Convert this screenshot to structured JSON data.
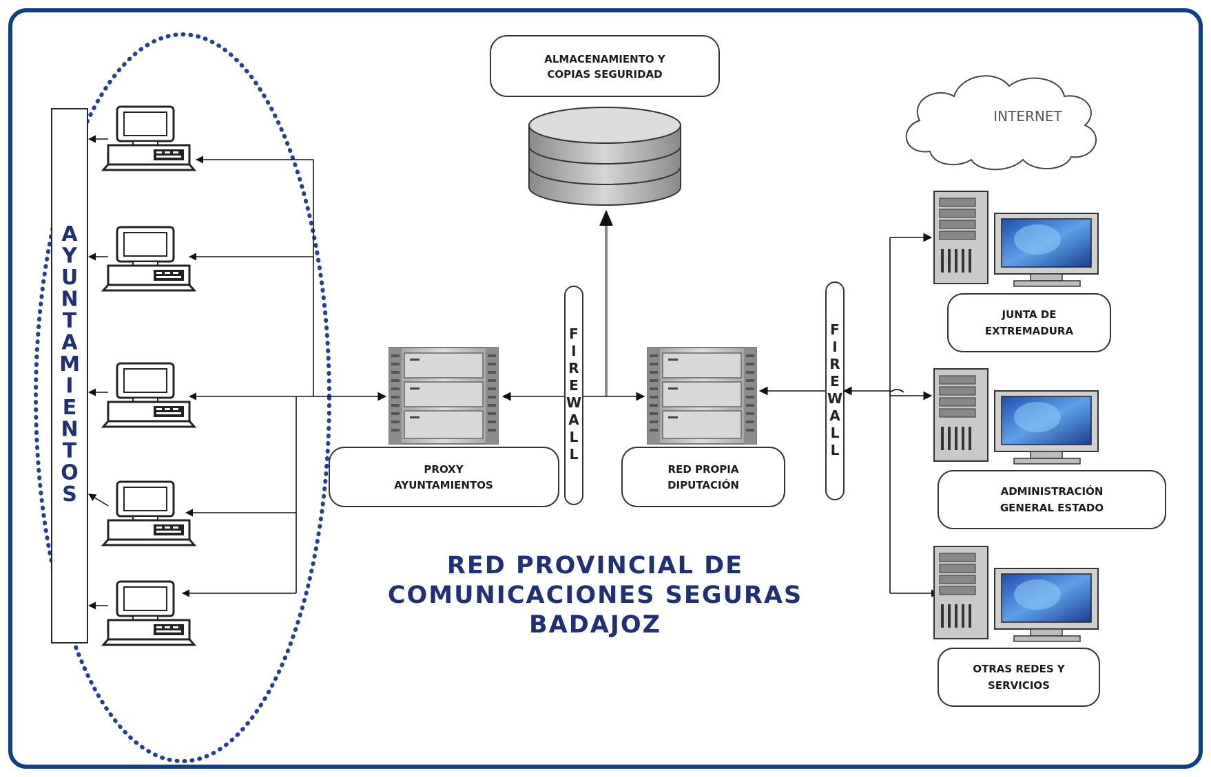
{
  "title": {
    "line1": "RED PROVINCIAL DE",
    "line2": "COMUNICACIONES SEGURAS",
    "line3": "BADAJOZ"
  },
  "ayuntamientos_letters": [
    "A",
    "Y",
    "U",
    "N",
    "T",
    "A",
    "M",
    "I",
    "E",
    "N",
    "T",
    "O",
    "S"
  ],
  "storage": {
    "line1": "ALMACENAMIENTO Y",
    "line2": "COPIAS SEGURIDAD"
  },
  "internet": "INTERNET",
  "proxy": {
    "line1": "PROXY",
    "line2": "AYUNTAMIENTOS"
  },
  "red_propia": {
    "line1": "RED PROPIA",
    "line2": "DIPUTACIÓN"
  },
  "firewall_letters": [
    "F",
    "I",
    "R",
    "E",
    "W",
    "A",
    "L",
    "L"
  ],
  "junta": {
    "line1": "JUNTA DE",
    "line2": "EXTREMADURA"
  },
  "age": {
    "line1": "ADMINISTRACIÓN",
    "line2": "GENERAL ESTADO"
  },
  "otras": {
    "line1": "OTRAS REDES Y",
    "line2": "SERVICIOS"
  },
  "colors": {
    "border": "#0c3f8a",
    "title": "#1f2f78",
    "dots": "#1f3f9a"
  }
}
